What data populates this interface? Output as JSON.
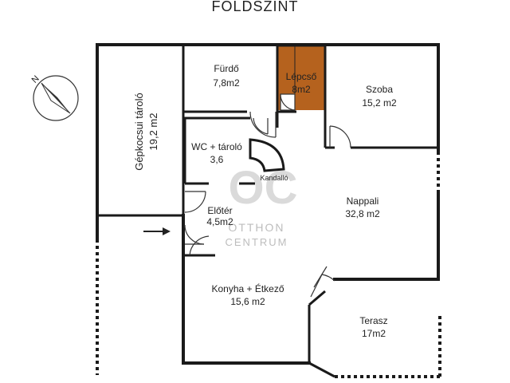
{
  "plan": {
    "title": "FÖLDSZINT",
    "compass_letter": "N",
    "rooms": [
      {
        "id": "garage",
        "name": "Gépkocsui tároló",
        "area": "19,2 m2"
      },
      {
        "id": "bath",
        "name": "Fürdő",
        "area": "7,8m2"
      },
      {
        "id": "stairs",
        "name": "Lépcső",
        "area": "8m2"
      },
      {
        "id": "bedroom",
        "name": "Szoba",
        "area": "15,2 m2"
      },
      {
        "id": "wc",
        "name": "WC + tároló",
        "area": "3,6"
      },
      {
        "id": "fireplace",
        "name": "Kandalló",
        "area": ""
      },
      {
        "id": "living",
        "name": "Nappali",
        "area": "32,8 m2"
      },
      {
        "id": "hall",
        "name": "Előtér",
        "area": "4,5m2"
      },
      {
        "id": "kitchen",
        "name": "Konyha + Étkező",
        "area": "15,6 m2"
      },
      {
        "id": "terrace",
        "name": "Terasz",
        "area": "17m2"
      }
    ],
    "watermark": {
      "monogram": "OC",
      "line1": "OTTHON",
      "line2": "CENTRUM"
    },
    "colors": {
      "wall": "#1a1a1a",
      "stairs": "#b5621e",
      "watermark": "#bdbdbd"
    }
  }
}
